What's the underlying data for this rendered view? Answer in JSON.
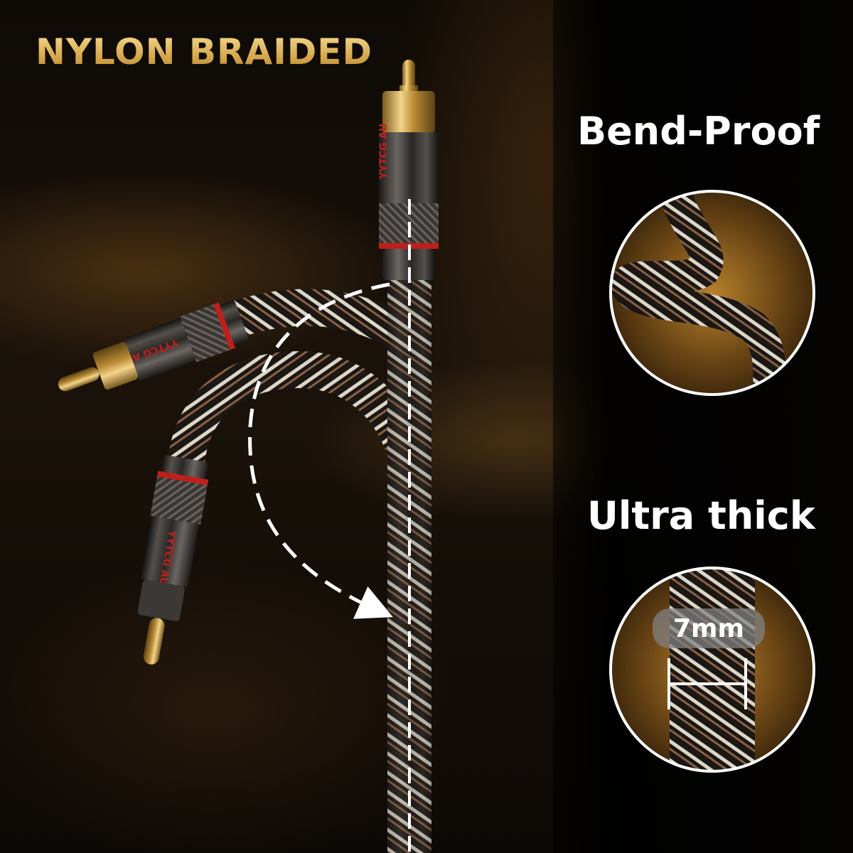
{
  "headline": "NYLON BRAIDED",
  "features": {
    "bend_proof": "Bend-Proof",
    "ultra_thick": "Ultra thick"
  },
  "thickness_label": "7mm",
  "connector_brand": "YYTCG AU",
  "colors": {
    "gold_text": "#e0b45a",
    "connector_red_ring": "#c0201c",
    "braid_white": "#e8e0d2",
    "braid_copper": "#9a6a48"
  }
}
